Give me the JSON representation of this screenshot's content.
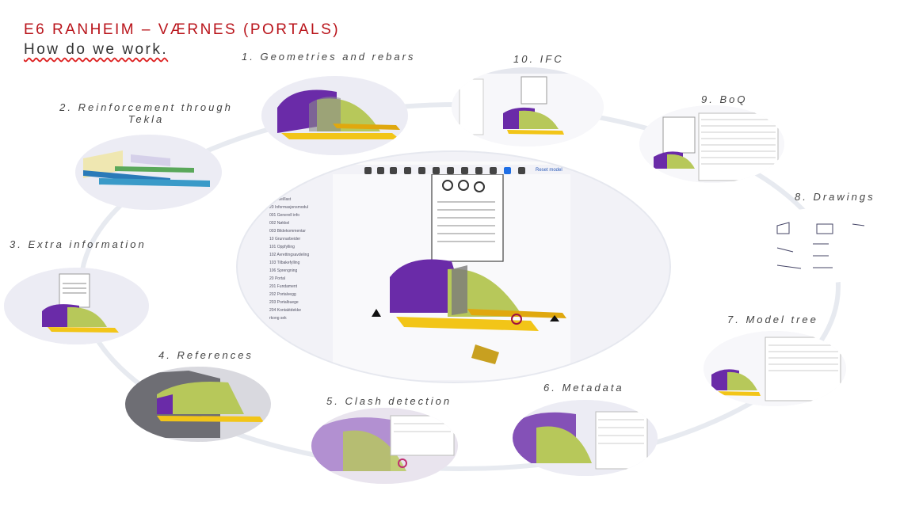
{
  "title": "E6 RANHEIM – VÆRNES (PORTALS)",
  "subtitle": "How do we work.",
  "steps": [
    {
      "label": "1. Geometries and rebars"
    },
    {
      "label": "2. Reinforcement through Tekla"
    },
    {
      "label": "3. Extra information"
    },
    {
      "label": "4. References"
    },
    {
      "label": "5. Clash detection"
    },
    {
      "label": "6. Metadata"
    },
    {
      "label": "7. Model tree"
    },
    {
      "label": "8. Drawings"
    },
    {
      "label": "9. BoQ"
    },
    {
      "label": "10. IFC"
    }
  ],
  "center_view": {
    "toolbar_label": "Reset model",
    "tree_items": [
      "0 Varsel/last",
      "20 Informasjonsmodul",
      "001 Generell info",
      "002 Nøkkel",
      "003 Bildekommentar",
      "10 Grunnarbeider",
      "101 Oppfylling",
      "102 Avrettingsavdeling",
      "103 Tilbakefylling",
      "106 Sprengning",
      "20 Portal",
      "201 Fundament",
      "202 Portalvegg",
      "203 Portalbuege",
      "204 Kontaktdekke",
      "rkong sek"
    ]
  },
  "colors": {
    "accent": "#b9141b",
    "purple": "#6a2ba8",
    "yellow": "#f2c518",
    "green": "#b7c85a"
  }
}
